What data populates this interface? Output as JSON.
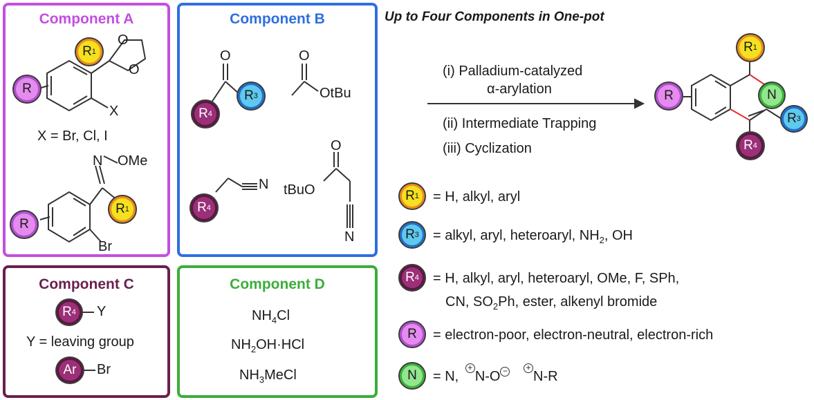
{
  "component_a": {
    "title": "Component A",
    "x_def": "X = Br, Cl, I",
    "x_label": "X",
    "ome_label": "OMe",
    "br_label": "Br",
    "n_label": "N",
    "o_label": "O",
    "badge_r": "R",
    "badge_r1": "R",
    "badge_r1_sup": "1"
  },
  "component_b": {
    "title": "Component B",
    "otbu_label": "OtBu",
    "tbuo_label": "tBuO",
    "n_label": "N",
    "o_label": "O",
    "badge_r3": "R",
    "badge_r3_sup": "3",
    "badge_r4": "R",
    "badge_r4_sup": "4"
  },
  "component_c": {
    "title": "Component C",
    "y_label": "Y",
    "y_def": "Y = leaving group",
    "ar_label": "Ar",
    "br_label": "Br",
    "badge_r4": "R",
    "badge_r4_sup": "4"
  },
  "component_d": {
    "title": "Component D",
    "reagents": [
      {
        "main": "NH",
        "sub": "4",
        "rest": "Cl"
      },
      {
        "main": "NH",
        "sub": "2",
        "rest": "OH·HCl"
      },
      {
        "main": "NH",
        "sub": "3",
        "rest": "MeCl"
      }
    ]
  },
  "scheme": {
    "title": "Up to Four Components in One-pot",
    "step1_line1": "(i) Palladium-catalyzed",
    "step1_line2": "α-arylation",
    "step2": "(ii) Intermediate Trapping",
    "step3": "(iii) Cyclization"
  },
  "legend": {
    "r1": "= H, alkyl, aryl",
    "r3_pre": "= alkyl, aryl, heteroaryl, NH",
    "r3_sub": "2",
    "r3_post": ", OH",
    "r4_line1": "= H, alkyl, aryl, heteroaryl, OMe, F, SPh,",
    "r4_line2_pre": "CN, SO",
    "r4_line2_sub": "2",
    "r4_line2_post": "Ph, ester, alkenyl bromide",
    "r": "= electron-poor, electron-neutral, electron-rich",
    "n_pre": "= N,",
    "n_oxide": "N-O",
    "n_r": "N-R"
  },
  "colors": {
    "component_a": "#c24fe0",
    "component_b": "#2f6ee0",
    "component_c": "#6a1f4d",
    "component_d": "#3aae3a"
  }
}
